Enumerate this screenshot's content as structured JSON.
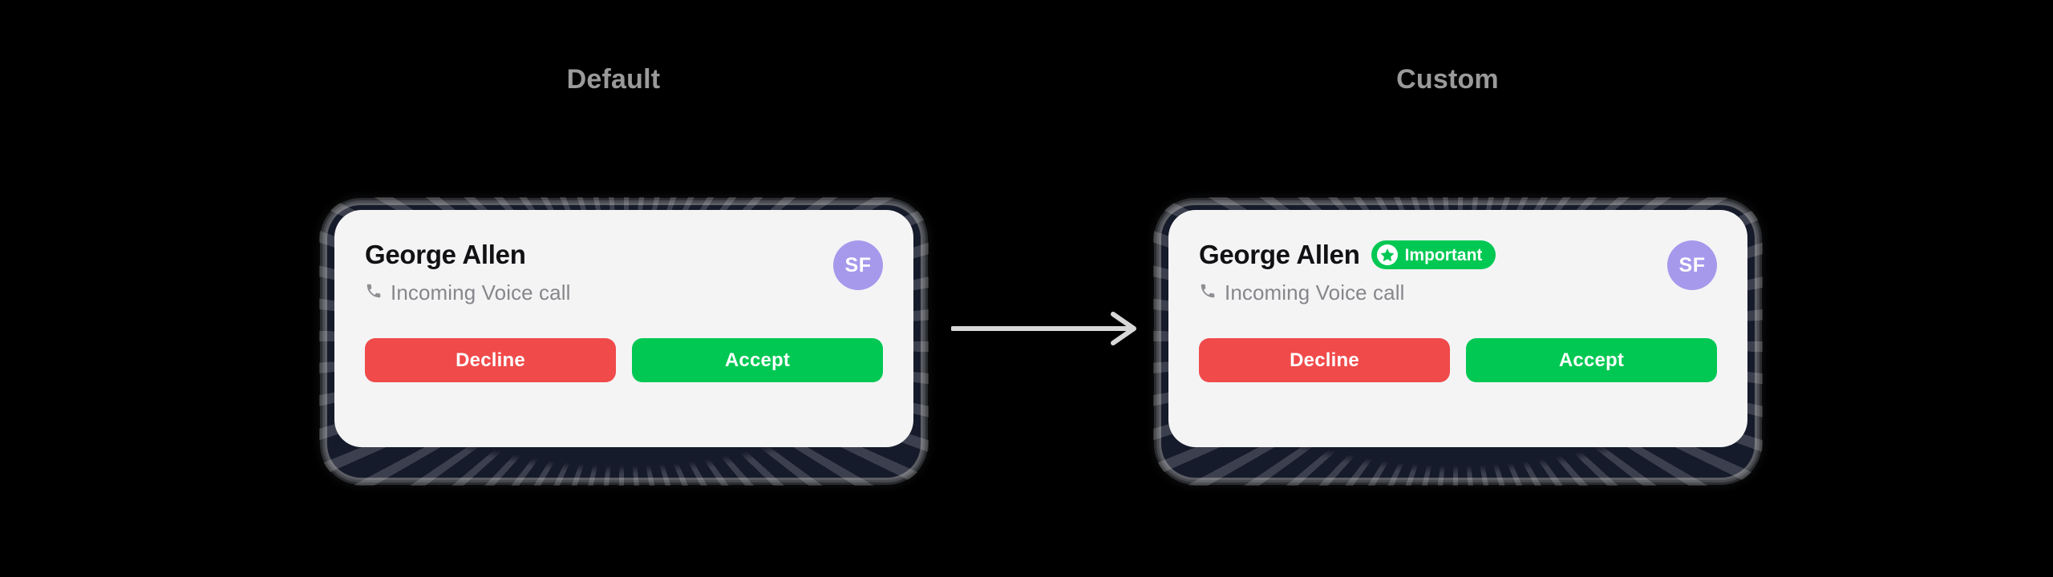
{
  "columns": [
    {
      "id": "default",
      "title": "Default"
    },
    {
      "id": "custom",
      "title": "Custom"
    }
  ],
  "notification": {
    "contact_name": "George Allen",
    "subtitle": "Incoming Voice call",
    "phone_icon": "phone-icon",
    "avatar": {
      "initials": "SF",
      "color": "#a699ec",
      "text_color": "#ffffff"
    },
    "buttons": {
      "decline_label": "Decline",
      "decline_color": "#f04a4a",
      "accept_label": "Accept",
      "accept_color": "#00c853"
    }
  },
  "badge": {
    "label": "Important",
    "icon": "star-circle-icon",
    "background": "#00c853",
    "text_color": "#ffffff",
    "star_color": "#00c853",
    "circle_color": "#ffffff"
  },
  "arrow": {
    "icon": "arrow-right-icon",
    "color": "#d8d8d8"
  },
  "theme": {
    "page_background": "#000000",
    "card_background": "#f4f4f5",
    "device_frame": "#161b2b",
    "title_color": "#9a9a9a",
    "name_color": "#111114",
    "subtitle_color": "#86868b"
  }
}
